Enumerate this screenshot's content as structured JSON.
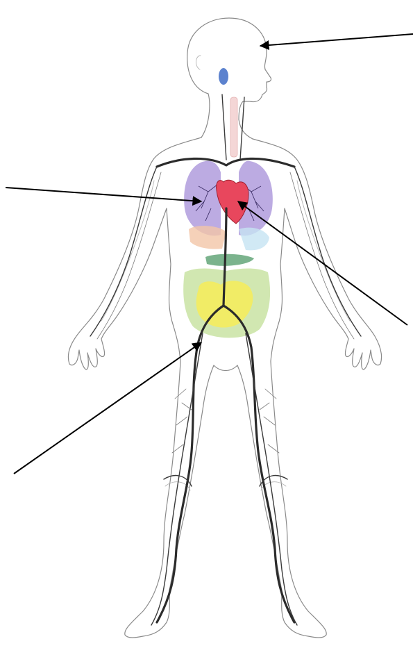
{
  "diagram": {
    "colors": {
      "background": "#ffffff",
      "body_outline": "#8a8a8a",
      "vessels": "#2b2b2b",
      "brain_gland": "#4a74c9",
      "lungs": "#a58fd8",
      "heart": "#e8475d",
      "liver_stomach": "#f2c5a8",
      "kidneys": "#c6e4f2",
      "pancreas": "#5aa070",
      "intestines_large": "#c9e3a3",
      "intestines_small": "#f4ec5e",
      "pointer_lines": "#000000"
    },
    "label_pointers": [
      {
        "id": "head",
        "icon": "arrow-pointer-icon"
      },
      {
        "id": "lungs",
        "icon": "arrow-pointer-icon"
      },
      {
        "id": "heart",
        "icon": "arrow-pointer-icon"
      },
      {
        "id": "vessels",
        "icon": "arrow-pointer-icon"
      }
    ]
  }
}
